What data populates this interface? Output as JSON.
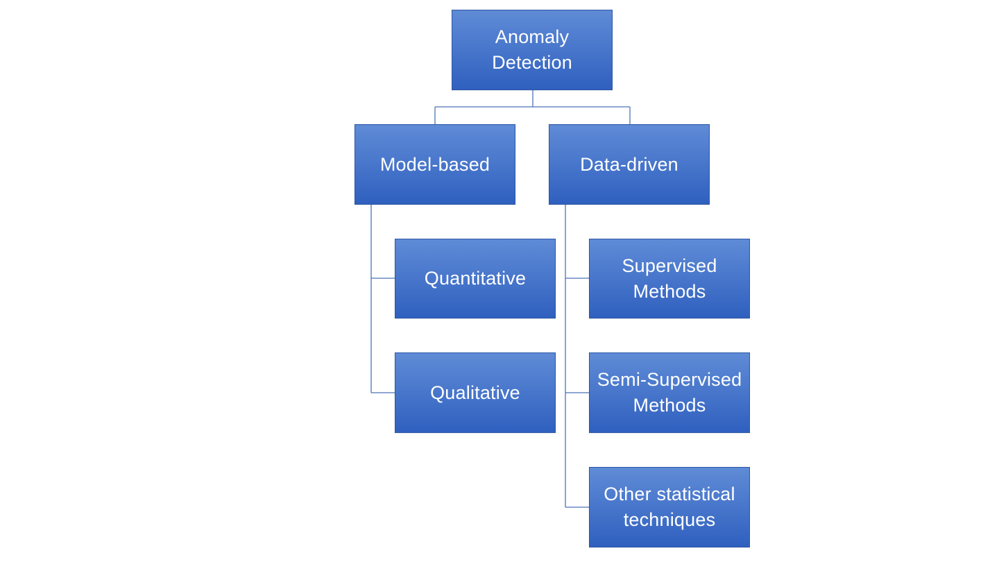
{
  "diagram": {
    "root": {
      "label": "Anomaly\nDetection"
    },
    "branches": [
      {
        "label": "Model-based",
        "children": [
          "Quantitative",
          "Qualitative"
        ]
      },
      {
        "label": "Data-driven",
        "children": [
          "Supervised\nMethods",
          "Semi-Supervised\nMethods",
          "Other statistical\ntechniques"
        ]
      }
    ],
    "colors": {
      "box_fill_top": "#5f8bd6",
      "box_fill_bottom": "#2f60bf",
      "box_border": "#2b55a5",
      "connector": "#4a72b8",
      "text": "#ffffff"
    }
  }
}
